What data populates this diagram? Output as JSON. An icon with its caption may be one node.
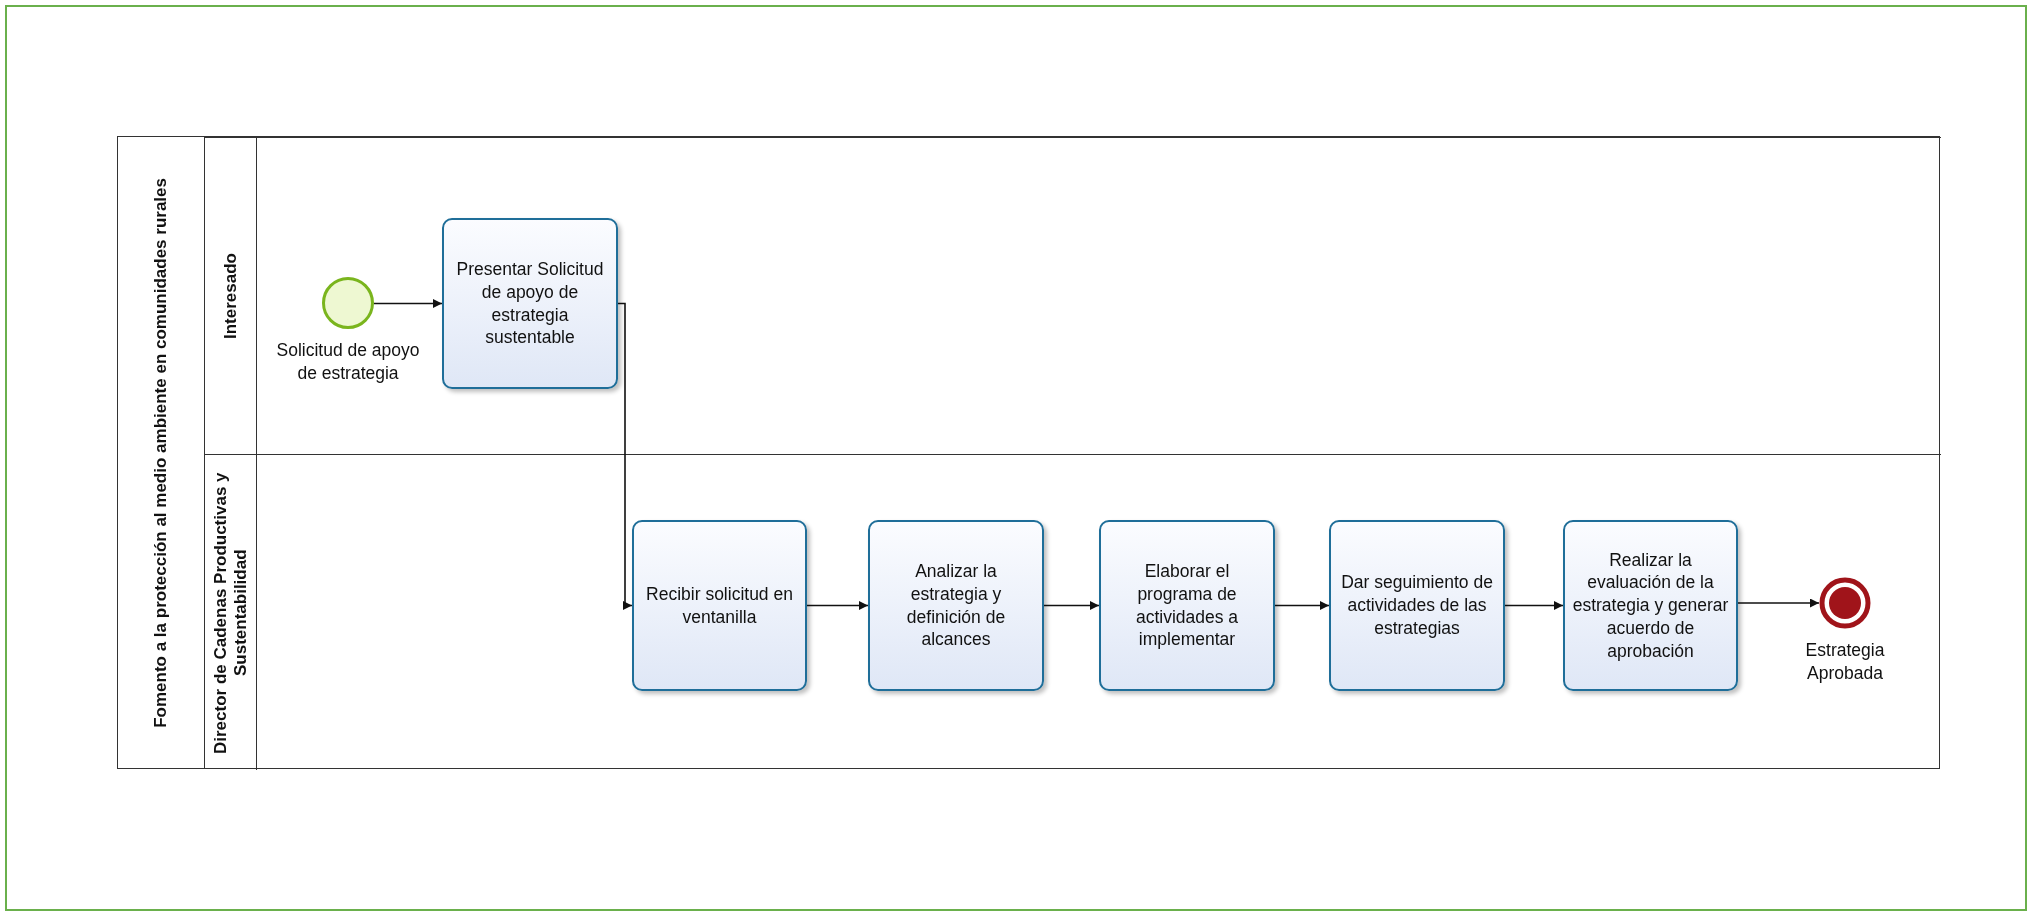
{
  "diagram": {
    "nodes": [
      {
        "text": [
          "Fomento a la protección al medio ambiente en comunidades rurales"
        ]
      },
      {
        "text": [
          "Interesado"
        ],
        "in": 0
      },
      {
        "text": [
          "Director de Cadenas Productivas y Sustentabilidad"
        ],
        "in": 0
      },
      {
        "text": [],
        "shape": "circle",
        "in": 1,
        "beside": [
          "Solicitud de apoyo de estrategia"
        ]
      },
      {
        "text": [
          "Presentar Solicitud de apoyo de estrategia sustentable"
        ],
        "in": 1
      },
      {
        "text": [
          "Recibir solicitud en ventanilla"
        ],
        "in": 2
      },
      {
        "text": [
          "Analizar la estrategia y definición de alcances"
        ],
        "in": 2
      },
      {
        "text": [
          "Elaborar el programa de actividades a implementar"
        ],
        "in": 2
      },
      {
        "text": [
          "Dar seguimiento de actividades de las estrategias"
        ],
        "in": 2
      },
      {
        "text": [
          "Realizar la evaluación de la estrategia y generar acuerdo de aprobación"
        ],
        "in": 2
      },
      {
        "text": [],
        "shape": "circle",
        "in": 2,
        "beside": [
          "Estrategia Aprobada"
        ]
      }
    ],
    "edges": [
      {
        "from": 3,
        "to": 4,
        "arrow": "to"
      },
      {
        "from": 4,
        "to": 5,
        "arrow": "to"
      },
      {
        "from": 5,
        "to": 6,
        "arrow": "to"
      },
      {
        "from": 6,
        "to": 7,
        "arrow": "to"
      },
      {
        "from": 7,
        "to": 8,
        "arrow": "to"
      },
      {
        "from": 8,
        "to": 9,
        "arrow": "to"
      },
      {
        "from": 9,
        "to": 10,
        "arrow": "to"
      }
    ]
  }
}
